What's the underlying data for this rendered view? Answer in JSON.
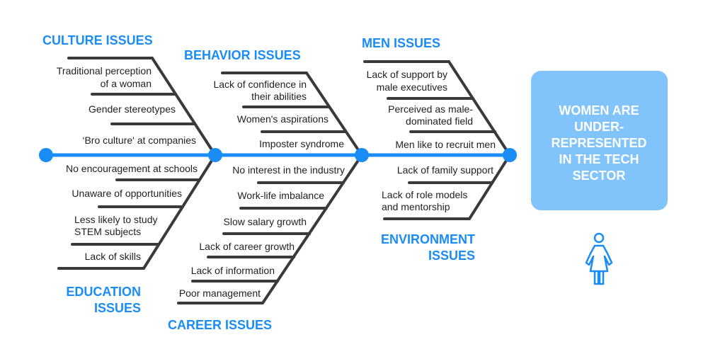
{
  "colors": {
    "accent": "#1a8cf5",
    "bone": "#3a3a3a",
    "effect_box": "#80c4fb",
    "effect_text": "#ffffff"
  },
  "effect": {
    "lines": [
      "WOMEN ARE",
      "UNDER-",
      "REPRESENTED",
      "IN THE TECH",
      "SECTOR"
    ],
    "icon": "woman-icon"
  },
  "categories": {
    "culture": {
      "title": "CULTURE ISSUES",
      "items": [
        [
          "Traditional perception",
          "of a woman"
        ],
        [
          "Gender stereotypes"
        ],
        [
          "‘Bro culture' at companies"
        ]
      ]
    },
    "education": {
      "title": [
        "EDUCATION",
        "ISSUES"
      ],
      "items": [
        [
          "No encouragement at schools"
        ],
        [
          "Unaware of opportunities"
        ],
        [
          "Less likely to study",
          "STEM subjects"
        ],
        [
          "Lack of skills"
        ]
      ]
    },
    "behavior": {
      "title": "BEHAVIOR ISSUES",
      "items": [
        [
          "Lack of confidence in",
          "their abilities"
        ],
        [
          "Women's aspirations"
        ],
        [
          "Imposter syndrome"
        ]
      ]
    },
    "career": {
      "title": "CAREER ISSUES",
      "items": [
        [
          "No interest in the industry"
        ],
        [
          "Work-life imbalance"
        ],
        [
          "Slow salary growth"
        ],
        [
          "Lack of career growth"
        ],
        [
          "Lack of information"
        ],
        [
          "Poor management"
        ]
      ]
    },
    "men": {
      "title": "MEN ISSUES",
      "items": [
        [
          "Lack of support by",
          "male executives"
        ],
        [
          "Perceived as male-",
          "dominated field"
        ],
        [
          "Men like to recruit men"
        ]
      ]
    },
    "environment": {
      "title": [
        "ENVIRONMENT",
        "ISSUES"
      ],
      "items": [
        [
          "Lack of family support"
        ],
        [
          "Lack of role models",
          "and mentorship"
        ]
      ]
    }
  }
}
